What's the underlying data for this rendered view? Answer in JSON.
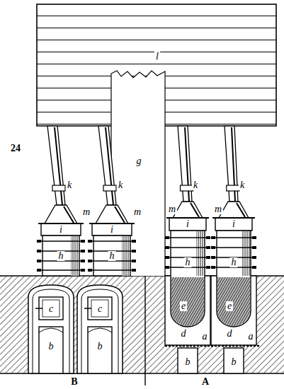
{
  "diagram": {
    "labels": [
      "l",
      "24",
      "g",
      "k",
      "k",
      "k",
      "k",
      "m",
      "m",
      "m",
      "m",
      "i",
      "i",
      "i",
      "i",
      "h",
      "h",
      "h",
      "h",
      "e",
      "e",
      "c",
      "c",
      "d",
      "d",
      "a",
      "a",
      "b",
      "b",
      "b",
      "b",
      "B",
      "A"
    ]
  }
}
